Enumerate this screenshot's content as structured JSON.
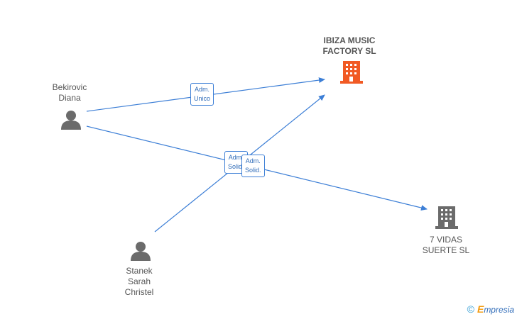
{
  "nodes": {
    "ibiza": {
      "name_line1": "IBIZA MUSIC",
      "name_line2": "FACTORY SL"
    },
    "bekirovic": {
      "name_line1": "Bekirovic",
      "name_line2": "Diana"
    },
    "stanek": {
      "name_line1": "Stanek",
      "name_line2": "Sarah",
      "name_line3": "Christel"
    },
    "sietevidas": {
      "name_line1": "7 VIDAS",
      "name_line2": "SUERTE SL"
    }
  },
  "roles": {
    "r1": {
      "line1": "Adm.",
      "line2": "Unico"
    },
    "r2": {
      "line1": "Adm.",
      "line2": "Solid."
    },
    "r3": {
      "line1": "Adm.",
      "line2": "Solid."
    }
  },
  "colors": {
    "main_company": "#f15a24",
    "company": "#6b6b6b",
    "person": "#6b6b6b",
    "edge": "#3d7fd6"
  },
  "footer": {
    "copyright": "©",
    "brand_initial": "E",
    "brand_rest": "mpresia"
  }
}
